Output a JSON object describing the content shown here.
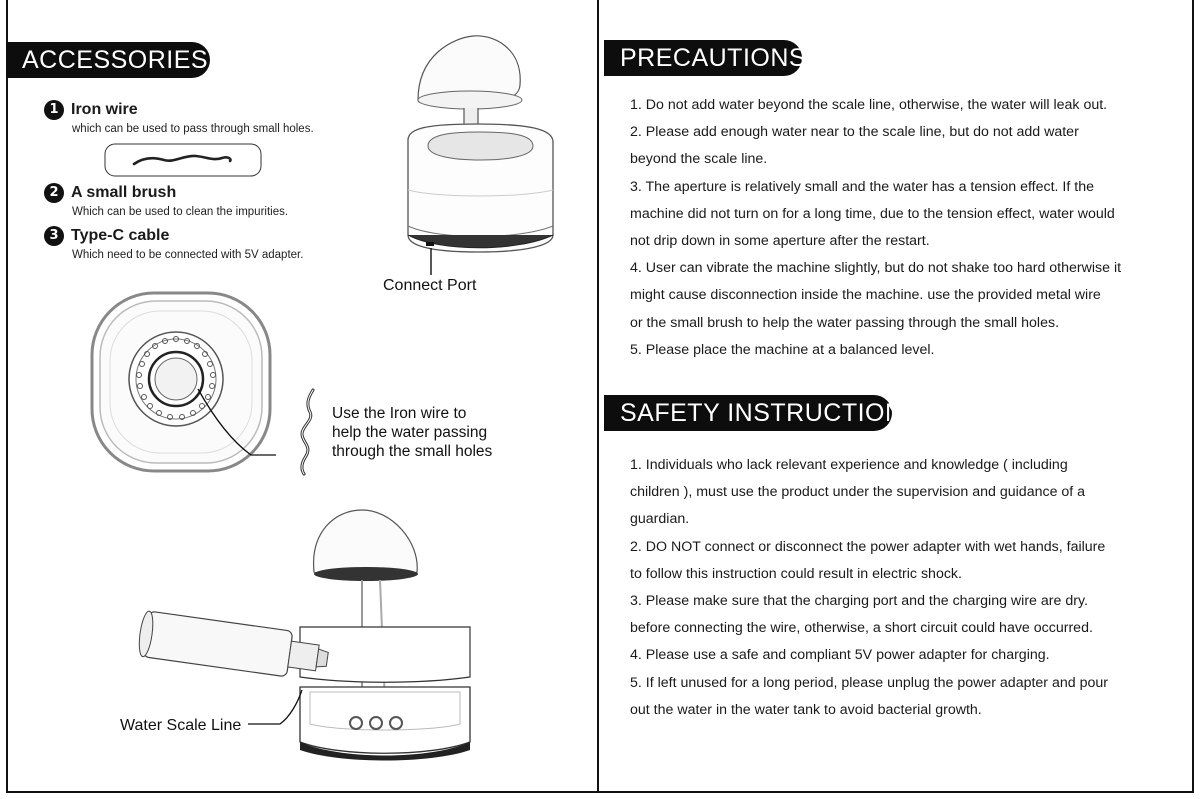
{
  "accessories": {
    "title": "ACCESSORIES",
    "items": [
      {
        "number": "1",
        "name": "Iron wire",
        "description": "which can be used to pass through small holes."
      },
      {
        "number": "2",
        "name": "A small brush",
        "description": "Which can be used to clean the impurities."
      },
      {
        "number": "3",
        "name": "Type-C cable",
        "description": "Which need to be connected with 5V adapter."
      }
    ],
    "connect_port_label": "Connect Port",
    "iron_wire_callout": [
      "Use the Iron wire to",
      "help the water passing",
      "through the small holes"
    ],
    "water_scale_label": "Water Scale Line"
  },
  "precautions": {
    "title": "PRECAUTIONS",
    "lines": [
      "1. Do not add water beyond the scale line, otherwise, the water will leak out.",
      "2. Please add enough water near to the scale line, but do not add water",
      "beyond the scale line.",
      "3. The aperture is relatively small and the water has a tension effect. If the",
      "machine did not turn on for a long time, due to the tension effect, water would",
      "not drip down in some aperture after the restart.",
      "4. User can vibrate the machine slightly, but do not shake too hard otherwise it",
      "might cause disconnection inside the machine. use the provided metal wire",
      "or the small brush to help the water passing through the small holes.",
      "5. Please place the machine at a balanced level."
    ]
  },
  "safety": {
    "title": "SAFETY INSTRUCTION",
    "lines": [
      "1. Individuals who lack relevant experience and knowledge ( including",
      "children ), must use the product under the supervision and guidance of a",
      "guardian.",
      "2. DO NOT connect or disconnect the power adapter with wet hands, failure",
      "to follow this instruction could result in electric shock.",
      "3. Please make sure that the charging port and the charging wire are dry.",
      "before connecting the wire, otherwise, a short circuit could have occurred.",
      "4. Please use a safe and compliant 5V power adapter for charging.",
      "5. If left unused for a long period, please unplug the power adapter and pour",
      "out the water in the water tank to avoid bacterial growth."
    ]
  },
  "icons": {
    "humidifier_side": "mushroom-humidifier-side-icon",
    "humidifier_top": "humidifier-top-view-icon",
    "iron_wire": "iron-wire-icon",
    "humidifier_exploded": "humidifier-exploded-view-icon"
  }
}
